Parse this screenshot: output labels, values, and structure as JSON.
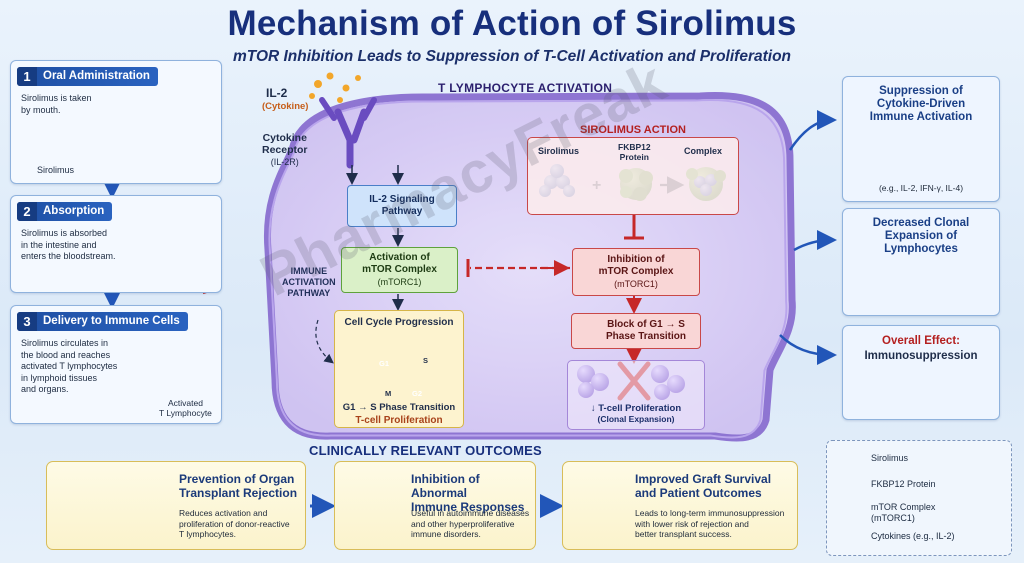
{
  "title": "Mechanism of Action of Sirolimus",
  "subtitle": "mTOR Inhibition Leads to Suppression of T-Cell Activation and Proliferation",
  "steps": [
    {
      "num": "1",
      "title": "Oral Administration",
      "text": [
        "Sirolimus is taken",
        "by mouth."
      ],
      "caption": "Sirolimus"
    },
    {
      "num": "2",
      "title": "Absorption",
      "text": [
        "Sirolimus is absorbed",
        "in the intestine and",
        "enters the bloodstream."
      ]
    },
    {
      "num": "3",
      "title": "Delivery to Immune Cells",
      "text": [
        "Sirolimus circulates in",
        "the blood and reaches",
        "activated T lymphocytes",
        "in lymphoid tissues",
        "and organs."
      ],
      "caption": [
        "Activated",
        "T Lymphocyte"
      ]
    }
  ],
  "cell": {
    "header": "T LYMPHOCYTE ACTIVATION",
    "il2": "IL-2",
    "cytokine": "(Cytokine)",
    "receptor": [
      "Cytokine",
      "Receptor",
      "(IL-2R)"
    ],
    "signaling": [
      "IL-2 Signaling",
      "Pathway"
    ],
    "activation": [
      "Activation of",
      "mTOR Complex",
      "(mTORC1)"
    ],
    "immune_pathway": [
      "IMMUNE",
      "ACTIVATION",
      "PATHWAY"
    ],
    "cell_cycle": "Cell Cycle Progression",
    "phases": [
      "G1",
      "S",
      "G2",
      "M"
    ],
    "transition": "G1 → S Phase Transition",
    "proliferation": "T-cell Proliferation"
  },
  "sirolimus_action": {
    "header": "SIROLIMUS ACTION",
    "sirolimus": "Sirolimus",
    "fkbp": [
      "FKBP12",
      "Protein"
    ],
    "complex": "Complex",
    "inhibition": [
      "Inhibition of",
      "mTOR Complex",
      "(mTORC1)"
    ],
    "block": [
      "Block of G1 → S",
      "Phase Transition"
    ],
    "reduced": [
      "↓ T-cell Proliferation",
      "(Clonal Expansion)"
    ]
  },
  "effects": [
    {
      "title": [
        "Suppression of",
        "Cytokine-Driven",
        "Immune Activation"
      ],
      "note": "(e.g., IL-2, IFN-γ, IL-4)"
    },
    {
      "title": [
        "Decreased Clonal",
        "Expansion of",
        "Lymphocytes"
      ]
    },
    {
      "title": [
        "Overall Effect:",
        "Immunosuppression"
      ]
    }
  ],
  "outcomes": {
    "header": "CLINICALLY RELEVANT OUTCOMES",
    "cards": [
      {
        "title": [
          "Prevention of Organ",
          "Transplant Rejection"
        ],
        "text": [
          "Reduces activation and",
          "proliferation of donor-reactive",
          "T lymphocytes."
        ]
      },
      {
        "title": [
          "Inhibition of Abnormal",
          "Immune Responses"
        ],
        "text": [
          "Useful in autoimmune diseases",
          "and other hyperproliferative",
          "immune disorders."
        ]
      },
      {
        "title": [
          "Improved Graft Survival",
          "and Patient Outcomes"
        ],
        "text": [
          "Leads to long-term immunosuppression",
          "with lower risk of rejection and",
          "better transplant success."
        ]
      }
    ]
  },
  "legend": [
    {
      "label": "Sirolimus"
    },
    {
      "label": "FKBP12 Protein"
    },
    {
      "label": [
        "mTOR Complex",
        "(mTORC1)"
      ]
    },
    {
      "label": "Cytokines (e.g., IL-2)"
    }
  ],
  "watermark": "PharmacyFreak",
  "colors": {
    "title": "#172f7c",
    "step_header": "#1e4fa3",
    "inhibit_red": "#c62828",
    "cell_membrane": "#7b5cc4",
    "card_border": "#d8bd59"
  }
}
